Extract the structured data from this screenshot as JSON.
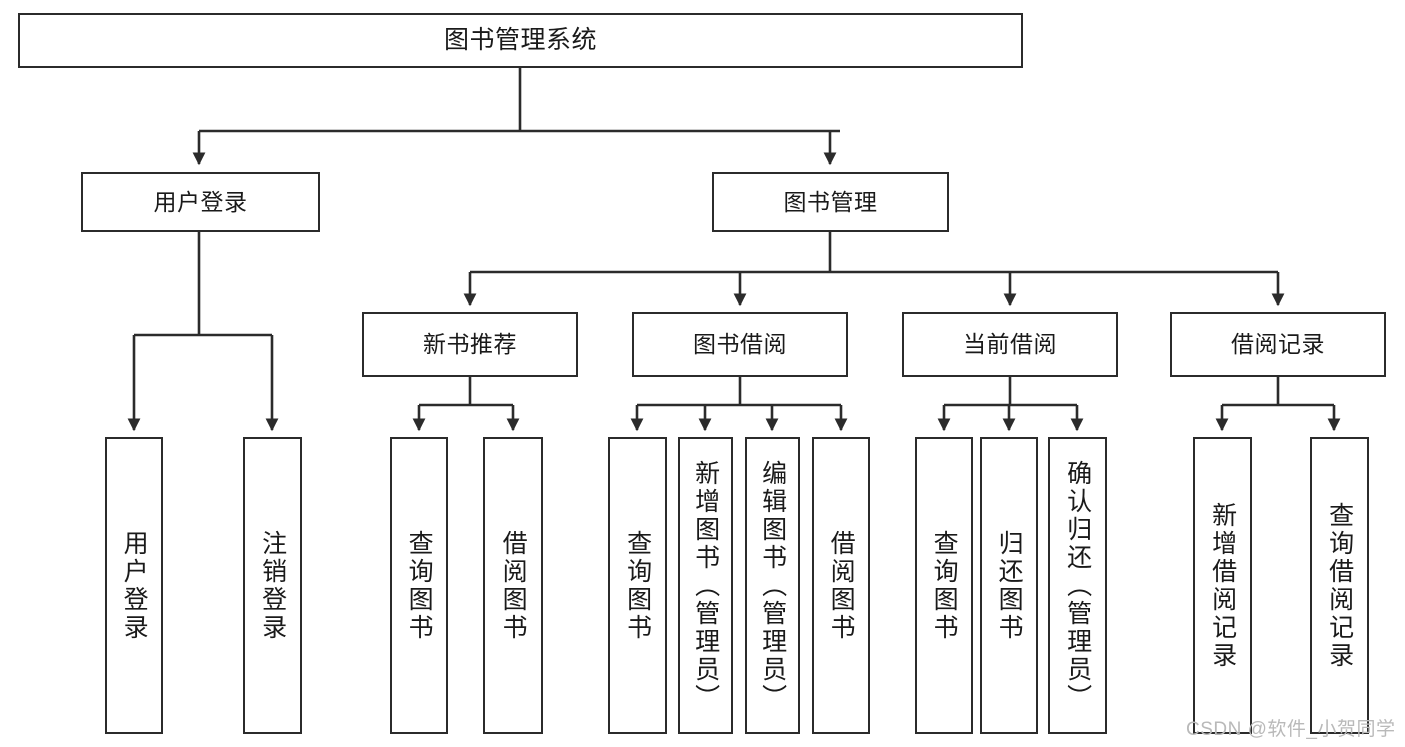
{
  "diagram": {
    "title_node": {
      "label": "图书管理系统"
    },
    "level2": [
      {
        "id": "user-login",
        "label": "用户登录"
      },
      {
        "id": "book-management",
        "label": "图书管理"
      }
    ],
    "level3": [
      {
        "id": "new-book-recommend",
        "label": "新书推荐"
      },
      {
        "id": "book-borrow",
        "label": "图书借阅"
      },
      {
        "id": "current-borrow",
        "label": "当前借阅"
      },
      {
        "id": "borrow-record",
        "label": "借阅记录"
      }
    ],
    "leaves": {
      "user_login": [
        {
          "id": "leaf-user-login",
          "label": "用户登录"
        },
        {
          "id": "leaf-user-logout",
          "label": "注销登录"
        }
      ],
      "new_book_recommend": [
        {
          "id": "leaf-query-book-1",
          "label": "查询图书"
        },
        {
          "id": "leaf-borrow-book-1",
          "label": "借阅图书"
        }
      ],
      "book_borrow": [
        {
          "id": "leaf-query-book-2",
          "label": "查询图书"
        },
        {
          "id": "leaf-add-book",
          "label": "新增图书（管理员）"
        },
        {
          "id": "leaf-edit-book",
          "label": "编辑图书（管理员）"
        },
        {
          "id": "leaf-borrow-book-2",
          "label": "借阅图书"
        }
      ],
      "current_borrow": [
        {
          "id": "leaf-query-book-3",
          "label": "查询图书"
        },
        {
          "id": "leaf-return-book",
          "label": "归还图书"
        },
        {
          "id": "leaf-confirm-return",
          "label": "确认归还（管理员）"
        }
      ],
      "borrow_record": [
        {
          "id": "leaf-add-borrow-record",
          "label": "新增借阅记录"
        },
        {
          "id": "leaf-query-borrow-record",
          "label": "查询借阅记录"
        }
      ]
    },
    "watermark": "CSDN @软件_小贺同学",
    "colors": {
      "stroke": "#2b2b2b",
      "fill": "#ffffff",
      "text": "#1a1a1a",
      "watermark": "#b9b9b9"
    }
  }
}
